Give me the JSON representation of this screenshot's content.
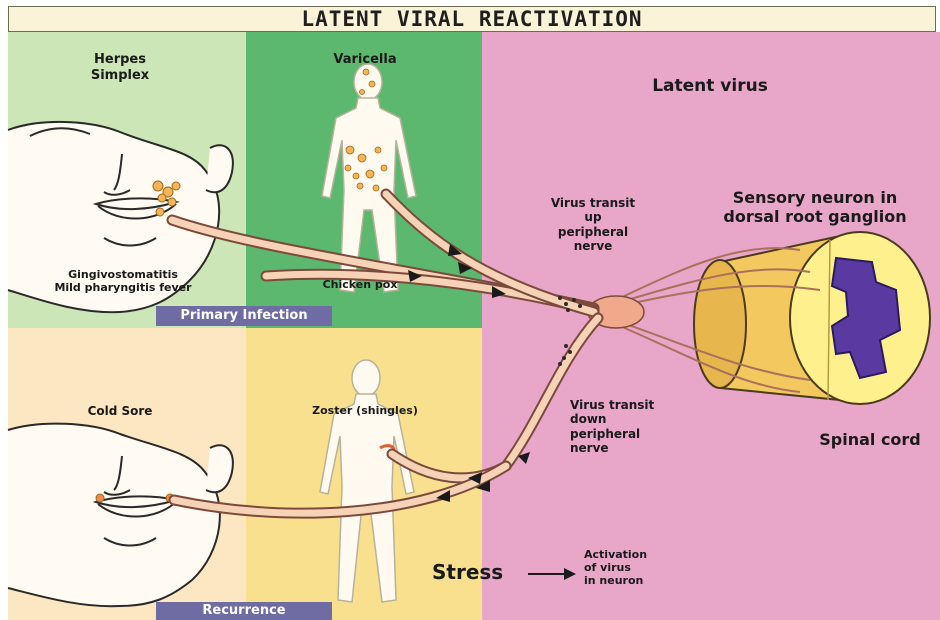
{
  "title": "LATENT VIRAL REACTIVATION",
  "panels": {
    "herpes": {
      "line1": "Herpes",
      "line2": "Simplex",
      "caption1": "Gingivostomatitis",
      "caption2": "Mild pharyngitis fever"
    },
    "varicella": {
      "label": "Varicella",
      "caption": "Chicken pox"
    },
    "cold_sore": {
      "label": "Cold Sore"
    },
    "zoster": {
      "label": "Zoster (shingles)"
    }
  },
  "tags": {
    "primary": "Primary Infection",
    "recurrence": "Recurrence"
  },
  "latent": {
    "label": "Latent virus"
  },
  "neuron": {
    "line1": "Sensory neuron in",
    "line2": "dorsal root ganglion"
  },
  "transit_up": {
    "line1": "Virus transit",
    "line2": "up",
    "line3": "peripheral",
    "line4": "nerve"
  },
  "transit_down": {
    "line1": "Virus transit",
    "line2": "down",
    "line3": "peripheral",
    "line4": "nerve"
  },
  "spinal": {
    "label": "Spinal cord"
  },
  "stress": {
    "label": "Stress",
    "activation1": "Activation",
    "activation2": "of virus",
    "activation3": "in neuron"
  },
  "colors": {
    "herpes_bg": "#cde6b8",
    "varicella_bg": "#5cb86e",
    "cold_sore_bg": "#fde7c2",
    "zoster_bg": "#f8e08e",
    "latent_bg": "#e8a6c9",
    "nerve": "#e9906a",
    "tag": "#6f6ba3"
  }
}
